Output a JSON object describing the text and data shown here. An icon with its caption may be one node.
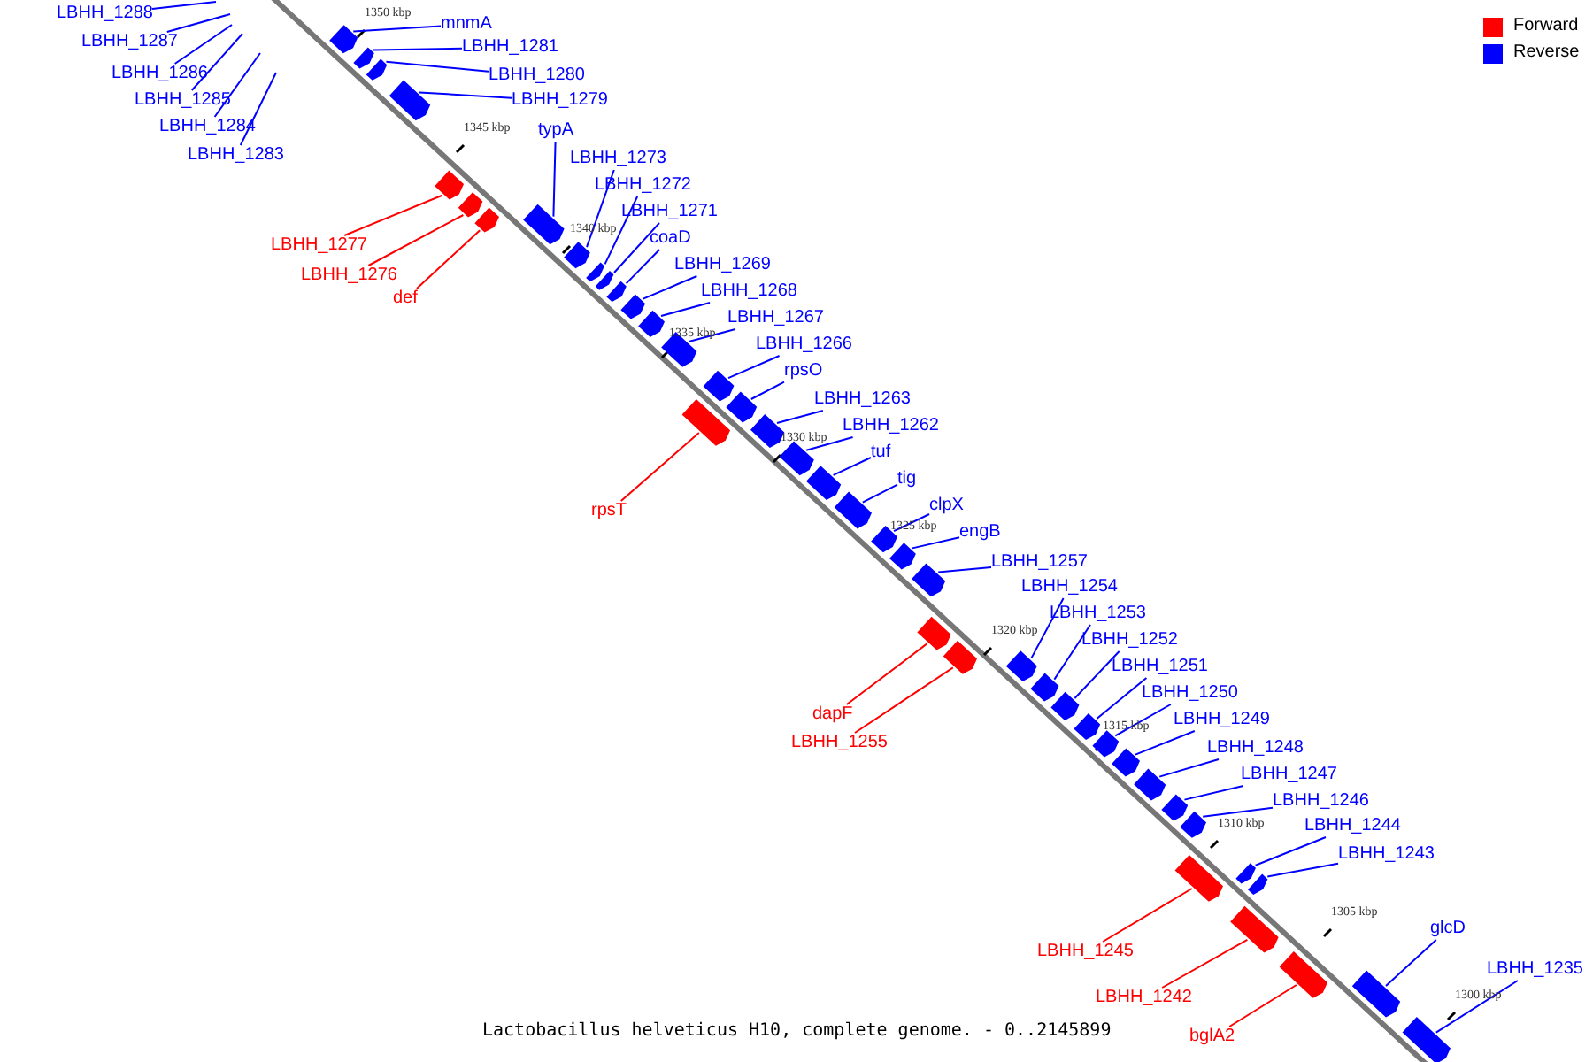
{
  "diagram": {
    "caption": "Lactobacillus helveticus H10, complete genome. - 0..2145899",
    "nodes": [
      {
        "text": [
          "LBHH_1288"
        ]
      },
      {
        "text": [
          "mnmA"
        ]
      },
      {
        "text": [
          "LBHH_1287"
        ]
      },
      {
        "text": [
          "LBHH_1281"
        ]
      },
      {
        "text": [
          "LBHH_1286"
        ]
      },
      {
        "text": [
          "LBHH_1280"
        ]
      },
      {
        "text": [
          "LBHH_1285"
        ]
      },
      {
        "text": [
          "LBHH_1279"
        ]
      },
      {
        "text": [
          "LBHH_1284"
        ]
      },
      {
        "text": [
          "typA"
        ]
      },
      {
        "text": [
          "LBHH_1283"
        ]
      },
      {
        "text": [
          "LBHH_1273"
        ]
      },
      {
        "text": [
          "LBHH_1272"
        ]
      },
      {
        "text": [
          "LBHH_1271"
        ]
      },
      {
        "text": [
          "coaD"
        ]
      },
      {
        "text": [
          "LBHH_1277"
        ]
      },
      {
        "text": [
          "LBHH_1269"
        ]
      },
      {
        "text": [
          "LBHH_1276"
        ]
      },
      {
        "text": [
          "LBHH_1268"
        ]
      },
      {
        "text": [
          "def"
        ]
      },
      {
        "text": [
          "LBHH_1267"
        ]
      },
      {
        "text": [
          "LBHH_1266"
        ]
      },
      {
        "text": [
          "rpsO"
        ]
      },
      {
        "text": [
          "LBHH_1263"
        ]
      },
      {
        "text": [
          "LBHH_1262"
        ]
      },
      {
        "text": [
          "tuf"
        ]
      },
      {
        "text": [
          "tig"
        ]
      },
      {
        "text": [
          "clpX"
        ]
      },
      {
        "text": [
          "rpsT"
        ]
      },
      {
        "text": [
          "engB"
        ]
      },
      {
        "text": [
          "LBHH_1257"
        ]
      },
      {
        "text": [
          "LBHH_1254"
        ]
      },
      {
        "text": [
          "LBHH_1253"
        ]
      },
      {
        "text": [
          "LBHH_1252"
        ]
      },
      {
        "text": [
          "LBHH_1251"
        ]
      },
      {
        "text": [
          "LBHH_1250"
        ]
      },
      {
        "text": [
          "dapF"
        ]
      },
      {
        "text": [
          "LBHH_1249"
        ]
      },
      {
        "text": [
          "LBHH_1255"
        ]
      },
      {
        "text": [
          "LBHH_1248"
        ]
      },
      {
        "text": [
          "LBHH_1247"
        ]
      },
      {
        "text": [
          "LBHH_1246"
        ]
      },
      {
        "text": [
          "LBHH_1244"
        ]
      },
      {
        "text": [
          "LBHH_1243"
        ]
      },
      {
        "text": [
          "glcD"
        ]
      },
      {
        "text": [
          "LBHH_1245"
        ]
      },
      {
        "text": [
          "LBHH_1235"
        ]
      },
      {
        "text": [
          "LBHH_1242"
        ]
      },
      {
        "text": [
          "bglA2"
        ]
      },
      {
        "text": [],
        "shape": "bar"
      },
      {
        "text": [],
        "shape": "bar"
      },
      {
        "text": [],
        "shape": "bar"
      },
      {
        "text": [],
        "shape": "bar"
      },
      {
        "text": [],
        "shape": "bar"
      },
      {
        "text": [],
        "shape": "bar"
      },
      {
        "text": [],
        "shape": "bar"
      },
      {
        "text": [],
        "shape": "bar"
      },
      {
        "text": [],
        "shape": "bar"
      },
      {
        "text": [],
        "shape": "bar"
      },
      {
        "text": [],
        "shape": "bar"
      },
      {
        "text": [],
        "shape": "bar"
      },
      {
        "text": [],
        "shape": "bar"
      },
      {
        "text": [],
        "shape": "bar"
      },
      {
        "text": [],
        "shape": "bar"
      },
      {
        "text": [],
        "shape": "bar"
      },
      {
        "text": [],
        "shape": "bar"
      },
      {
        "text": [],
        "shape": "bar"
      },
      {
        "text": [],
        "shape": "bar"
      },
      {
        "text": [],
        "shape": "bar"
      },
      {
        "text": [],
        "shape": "bar"
      },
      {
        "text": [],
        "shape": "bar"
      },
      {
        "text": [],
        "shape": "bar"
      },
      {
        "text": [],
        "shape": "bar"
      },
      {
        "text": [],
        "shape": "bar"
      },
      {
        "text": [],
        "shape": "bar"
      },
      {
        "text": [],
        "shape": "bar"
      },
      {
        "text": [],
        "shape": "bar"
      },
      {
        "text": [],
        "shape": "bar"
      },
      {
        "text": [],
        "shape": "bar"
      },
      {
        "text": [],
        "shape": "bar"
      },
      {
        "text": [],
        "shape": "bar"
      },
      {
        "text": [],
        "shape": "bar"
      },
      {
        "text": [],
        "shape": "bar"
      },
      {
        "text": [],
        "shape": "bar"
      },
      {
        "text": [],
        "shape": "bar"
      },
      {
        "text": [],
        "shape": "bar"
      },
      {
        "text": [],
        "shape": "bar"
      },
      {
        "text": [],
        "shape": "bar"
      },
      {
        "text": [],
        "shape": "bar"
      },
      {
        "text": [],
        "shape": "bar"
      },
      {
        "text": [],
        "shape": "bar"
      },
      {
        "text": [],
        "shape": "bar"
      }
    ],
    "edges": [
      {
        "from": 0,
        "to": null,
        "arrow": "none"
      },
      {
        "from": 1,
        "to": 49,
        "arrow": "none"
      },
      {
        "from": 2,
        "to": null,
        "arrow": "none"
      },
      {
        "from": 3,
        "to": 50,
        "arrow": "none"
      },
      {
        "from": 4,
        "to": null,
        "arrow": "none"
      },
      {
        "from": 5,
        "to": 51,
        "arrow": "none"
      },
      {
        "from": 6,
        "to": null,
        "arrow": "none"
      },
      {
        "from": 7,
        "to": 52,
        "arrow": "none"
      },
      {
        "from": 8,
        "to": null,
        "arrow": "none"
      },
      {
        "from": 9,
        "to": 56,
        "arrow": "none"
      },
      {
        "from": 10,
        "to": null,
        "arrow": "none"
      },
      {
        "from": 11,
        "to": 57,
        "arrow": "none"
      },
      {
        "from": 12,
        "to": 58,
        "arrow": "none"
      },
      {
        "from": 13,
        "to": 59,
        "arrow": "none"
      },
      {
        "from": 14,
        "to": 60,
        "arrow": "none"
      },
      {
        "from": 15,
        "to": 53,
        "arrow": "none",
        "color": "#ff0000"
      },
      {
        "from": 16,
        "to": 61,
        "arrow": "none"
      },
      {
        "from": 17,
        "to": 54,
        "arrow": "none",
        "color": "#ff0000"
      },
      {
        "from": 18,
        "to": 62,
        "arrow": "none"
      },
      {
        "from": 19,
        "to": 55,
        "arrow": "none",
        "color": "#ff0000"
      },
      {
        "from": 20,
        "to": 63,
        "arrow": "none"
      },
      {
        "from": 21,
        "to": 64,
        "arrow": "none"
      },
      {
        "from": 22,
        "to": 66,
        "arrow": "none"
      },
      {
        "from": 23,
        "to": 67,
        "arrow": "none"
      },
      {
        "from": 24,
        "to": 68,
        "arrow": "none"
      },
      {
        "from": 25,
        "to": 69,
        "arrow": "none"
      },
      {
        "from": 26,
        "to": 70,
        "arrow": "none"
      },
      {
        "from": 27,
        "to": 71,
        "arrow": "none"
      },
      {
        "from": 28,
        "to": 65,
        "arrow": "none",
        "color": "#ff0000"
      },
      {
        "from": 29,
        "to": 72,
        "arrow": "none"
      },
      {
        "from": 30,
        "to": 73,
        "arrow": "none"
      },
      {
        "from": 31,
        "to": 76,
        "arrow": "none"
      },
      {
        "from": 32,
        "to": 77,
        "arrow": "none"
      },
      {
        "from": 33,
        "to": 78,
        "arrow": "none"
      },
      {
        "from": 34,
        "to": 79,
        "arrow": "none"
      },
      {
        "from": 35,
        "to": 80,
        "arrow": "none"
      },
      {
        "from": 36,
        "to": 74,
        "arrow": "none",
        "color": "#ff0000"
      },
      {
        "from": 37,
        "to": 81,
        "arrow": "none"
      },
      {
        "from": 38,
        "to": 75,
        "arrow": "none",
        "color": "#ff0000"
      },
      {
        "from": 39,
        "to": 82,
        "arrow": "none"
      },
      {
        "from": 40,
        "to": 83,
        "arrow": "none"
      },
      {
        "from": 41,
        "to": 84,
        "arrow": "none"
      },
      {
        "from": 42,
        "to": 86,
        "arrow": "none"
      },
      {
        "from": 43,
        "to": 87,
        "arrow": "none"
      },
      {
        "from": 44,
        "to": 90,
        "arrow": "none"
      },
      {
        "from": 45,
        "to": 85,
        "arrow": "none",
        "color": "#ff0000"
      },
      {
        "from": 46,
        "to": 91,
        "arrow": "none"
      },
      {
        "from": 47,
        "to": 88,
        "arrow": "none",
        "color": "#ff0000"
      },
      {
        "from": 48,
        "to": 89,
        "arrow": "none",
        "color": "#ff0000"
      }
    ],
    "labels": [
      "1350 kbp",
      "1345 kbp",
      "1340 kbp",
      "1335 kbp",
      "1330 kbp",
      "1325 kbp",
      "1320 kbp",
      "1315 kbp",
      "1310 kbp",
      "1305 kbp",
      "1300 kbp"
    ],
    "legend": [
      {
        "text": "Forward",
        "color": "#ff0000"
      },
      {
        "text": "Reverse",
        "color": "#0000ff"
      }
    ]
  }
}
